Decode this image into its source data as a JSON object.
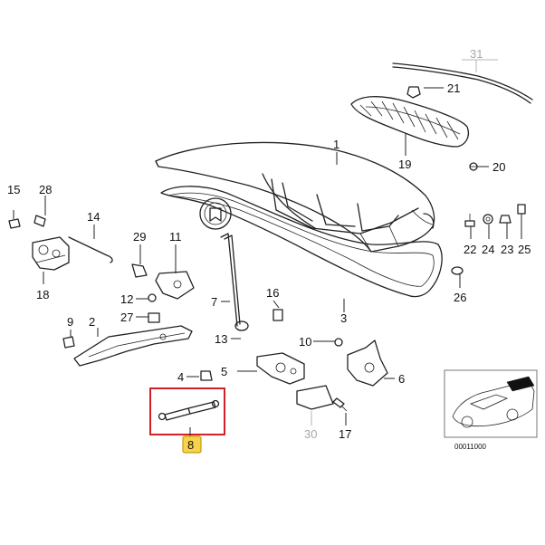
{
  "diagram": {
    "highlight_color": "#d51f26",
    "badge_fill": "#f6d34a",
    "badge_stroke": "#c89d10",
    "image_code": "00011000",
    "labels": [
      {
        "id": "p1",
        "text": "1",
        "active": true
      },
      {
        "id": "p2",
        "text": "2",
        "active": true
      },
      {
        "id": "p3",
        "text": "3",
        "active": true
      },
      {
        "id": "p4",
        "text": "4",
        "active": true
      },
      {
        "id": "p5",
        "text": "5",
        "active": true
      },
      {
        "id": "p6",
        "text": "6",
        "active": true
      },
      {
        "id": "p7",
        "text": "7",
        "active": true
      },
      {
        "id": "p8",
        "text": "8",
        "active": true,
        "selected": true
      },
      {
        "id": "p9",
        "text": "9",
        "active": true
      },
      {
        "id": "p10",
        "text": "10",
        "active": true
      },
      {
        "id": "p11",
        "text": "11",
        "active": true
      },
      {
        "id": "p12",
        "text": "12",
        "active": true
      },
      {
        "id": "p13",
        "text": "13",
        "active": true
      },
      {
        "id": "p14",
        "text": "14",
        "active": true
      },
      {
        "id": "p15",
        "text": "15",
        "active": true
      },
      {
        "id": "p16",
        "text": "16",
        "active": true
      },
      {
        "id": "p17",
        "text": "17",
        "active": true
      },
      {
        "id": "p18",
        "text": "18",
        "active": true
      },
      {
        "id": "p19",
        "text": "19",
        "active": true
      },
      {
        "id": "p20",
        "text": "20",
        "active": true
      },
      {
        "id": "p21",
        "text": "21",
        "active": true
      },
      {
        "id": "p22",
        "text": "22",
        "active": true
      },
      {
        "id": "p23",
        "text": "23",
        "active": true
      },
      {
        "id": "p24",
        "text": "24",
        "active": true
      },
      {
        "id": "p25",
        "text": "25",
        "active": true
      },
      {
        "id": "p26",
        "text": "26",
        "active": true
      },
      {
        "id": "p27",
        "text": "27",
        "active": true
      },
      {
        "id": "p28",
        "text": "28",
        "active": true
      },
      {
        "id": "p29",
        "text": "29",
        "active": true
      },
      {
        "id": "p30",
        "text": "30",
        "active": false
      },
      {
        "id": "p31",
        "text": "31",
        "active": false
      }
    ]
  }
}
